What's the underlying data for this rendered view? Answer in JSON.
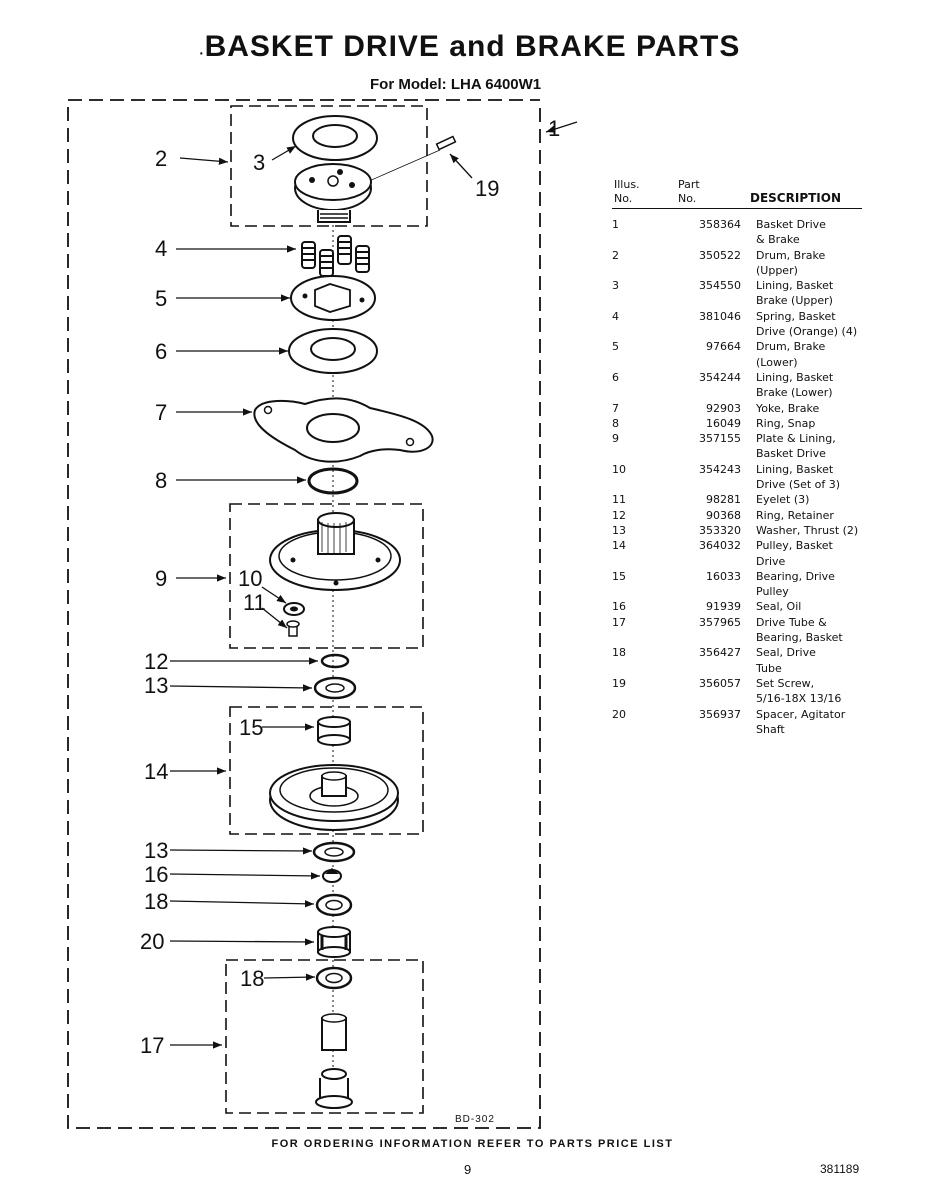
{
  "header": {
    "title": "BASKET DRIVE and BRAKE PARTS",
    "subtitle": "For Model: LHA 6400W1"
  },
  "diagram": {
    "callouts": {
      "c1": "1",
      "c2": "2",
      "c3": "3",
      "c19": "19",
      "c4": "4",
      "c5": "5",
      "c6": "6",
      "c7": "7",
      "c8": "8",
      "c9": "9",
      "c10": "10",
      "c11": "11",
      "c12": "12",
      "c13a": "13",
      "c15": "15",
      "c14": "14",
      "c13b": "13",
      "c16": "16",
      "c18a": "18",
      "c20": "20",
      "c18b": "18",
      "c17": "17"
    },
    "drawing_code": "BD-302"
  },
  "parts_table": {
    "headers": {
      "illus_line1": "Illus.",
      "illus_line2": "No.",
      "part_line1": "Part",
      "part_line2": "No.",
      "description": "DESCRIPTION"
    },
    "rows": [
      {
        "illus": "1",
        "part": "358364",
        "description": "Basket Drive\n& Brake"
      },
      {
        "illus": "2",
        "part": "350522",
        "description": "Drum, Brake\n(Upper)"
      },
      {
        "illus": "3",
        "part": "354550",
        "description": "Lining, Basket\nBrake (Upper)"
      },
      {
        "illus": "4",
        "part": "381046",
        "description": "Spring, Basket\nDrive (Orange) (4)"
      },
      {
        "illus": "5",
        "part": "97664",
        "description": "Drum, Brake\n(Lower)"
      },
      {
        "illus": "6",
        "part": "354244",
        "description": "Lining, Basket\nBrake (Lower)"
      },
      {
        "illus": "7",
        "part": "92903",
        "description": "Yoke, Brake"
      },
      {
        "illus": "8",
        "part": "16049",
        "description": "Ring, Snap"
      },
      {
        "illus": "9",
        "part": "357155",
        "description": "Plate & Lining,\nBasket Drive"
      },
      {
        "illus": "10",
        "part": "354243",
        "description": "Lining, Basket\nDrive (Set of 3)"
      },
      {
        "illus": "11",
        "part": "98281",
        "description": "Eyelet (3)"
      },
      {
        "illus": "12",
        "part": "90368",
        "description": "Ring, Retainer"
      },
      {
        "illus": "13",
        "part": "353320",
        "description": "Washer, Thrust (2)"
      },
      {
        "illus": "14",
        "part": "364032",
        "description": "Pulley, Basket\nDrive"
      },
      {
        "illus": "15",
        "part": "16033",
        "description": "Bearing, Drive\nPulley"
      },
      {
        "illus": "16",
        "part": "91939",
        "description": "Seal, Oil"
      },
      {
        "illus": "17",
        "part": "357965",
        "description": "Drive Tube &\nBearing, Basket"
      },
      {
        "illus": "18",
        "part": "356427",
        "description": "Seal, Drive\nTube"
      },
      {
        "illus": "19",
        "part": "356057",
        "description": "Set Screw,\n5/16-18X 13/16"
      },
      {
        "illus": "20",
        "part": "356937",
        "description": "Spacer, Agitator\nShaft"
      }
    ]
  },
  "footer": {
    "ordering_note": "FOR ORDERING INFORMATION REFER TO PARTS PRICE LIST",
    "page_number": "9",
    "document_number": "381189"
  }
}
